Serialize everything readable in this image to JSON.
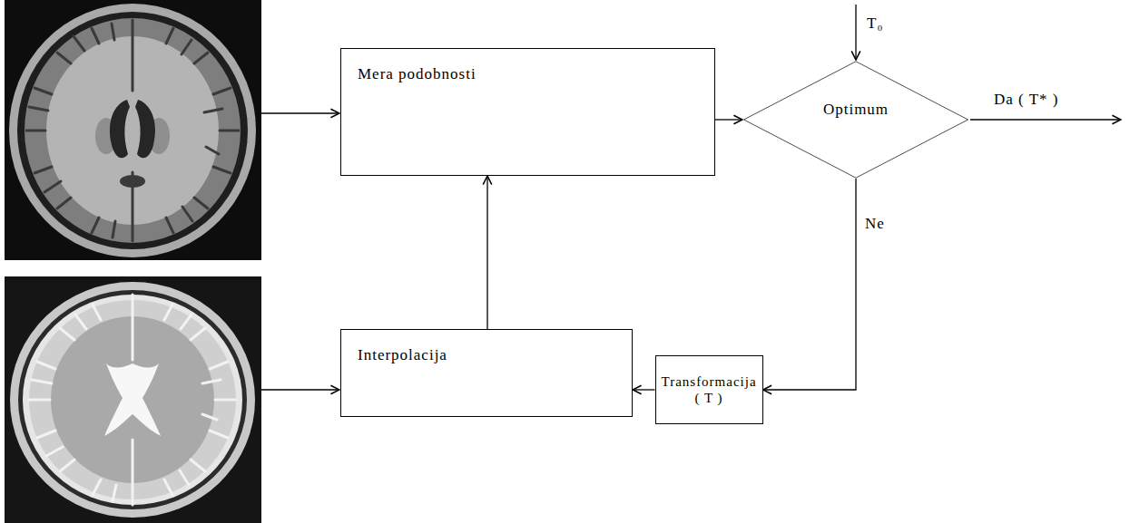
{
  "diagram": {
    "nodes": [
      {
        "text": [
          "Mera podobnosti"
        ]
      },
      {
        "text": [
          "Optimum"
        ]
      },
      {
        "text": [
          "Interpolacija"
        ]
      },
      {
        "text": [
          "Transformacija ( T )"
        ]
      }
    ],
    "edges": [
      {
        "from": 0,
        "to": 1,
        "arrow": "to"
      },
      {
        "from": 1,
        "to": 3,
        "label": "Ne",
        "arrow": "to"
      },
      {
        "from": 3,
        "to": 2,
        "arrow": "to"
      },
      {
        "from": 2,
        "to": 0,
        "arrow": "to"
      }
    ],
    "labels": [
      "T₀",
      "Da ( T* )"
    ]
  }
}
